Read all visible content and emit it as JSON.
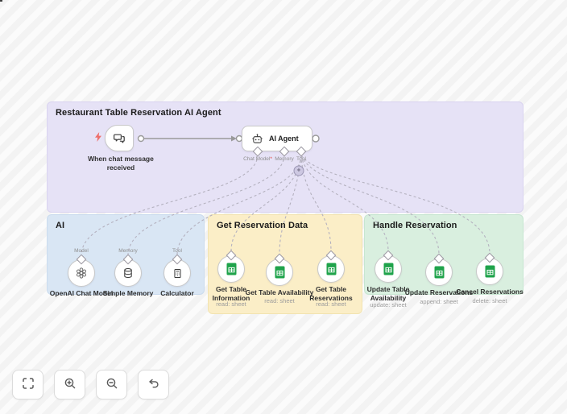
{
  "regions": {
    "agent": {
      "title": "Restaurant Table Reservation AI Agent",
      "color": "#e6e2f6"
    },
    "ai": {
      "title": "AI",
      "color": "#d9e6f4"
    },
    "data": {
      "title": "Get Reservation Data",
      "color": "#fbeec7"
    },
    "handle": {
      "title": "Handle Reservation",
      "color": "#d9efdf"
    }
  },
  "trigger": {
    "label": "When chat message received",
    "icon": "chat-icon"
  },
  "agent": {
    "label": "AI Agent",
    "icon": "robot-icon",
    "ports": {
      "chat_model": "Chat Model",
      "required_marker": "*",
      "memory": "Memory",
      "tool": "Tool"
    },
    "add_tool_label": "+"
  },
  "ai_nodes": [
    {
      "label": "OpenAI Chat Model",
      "port": "Model",
      "icon": "openai-icon"
    },
    {
      "label": "Simple Memory",
      "port": "Memory",
      "icon": "database-icon"
    },
    {
      "label": "Calculator",
      "port": "Tool",
      "icon": "calculator-icon"
    }
  ],
  "data_nodes": [
    {
      "label": "Get Table Information",
      "sub": "read: sheet",
      "icon": "sheets-icon"
    },
    {
      "label": "Get Table Availability",
      "sub": "read: sheet",
      "icon": "sheets-icon"
    },
    {
      "label": "Get Table Reservations",
      "sub": "read: sheet",
      "icon": "sheets-icon"
    }
  ],
  "handle_nodes": [
    {
      "label": "Update Table Availability",
      "sub": "update: sheet",
      "icon": "sheets-icon"
    },
    {
      "label": "Update Reservations",
      "sub": "append: sheet",
      "icon": "sheets-icon"
    },
    {
      "label": "Cancel Reservations",
      "sub": "delete: sheet",
      "icon": "sheets-icon"
    }
  ],
  "controls": {
    "fit": {
      "icon": "fullscreen-icon"
    },
    "zoom_in": {
      "icon": "zoom-in-icon"
    },
    "zoom_out": {
      "icon": "zoom-out-icon"
    },
    "undo": {
      "icon": "undo-icon"
    }
  },
  "colors": {
    "sheets_green": "#1fa34b",
    "trigger_red": "#ee5a52",
    "connection_gray": "#9a9a9a",
    "dashed_gray": "#b4b1bf"
  }
}
